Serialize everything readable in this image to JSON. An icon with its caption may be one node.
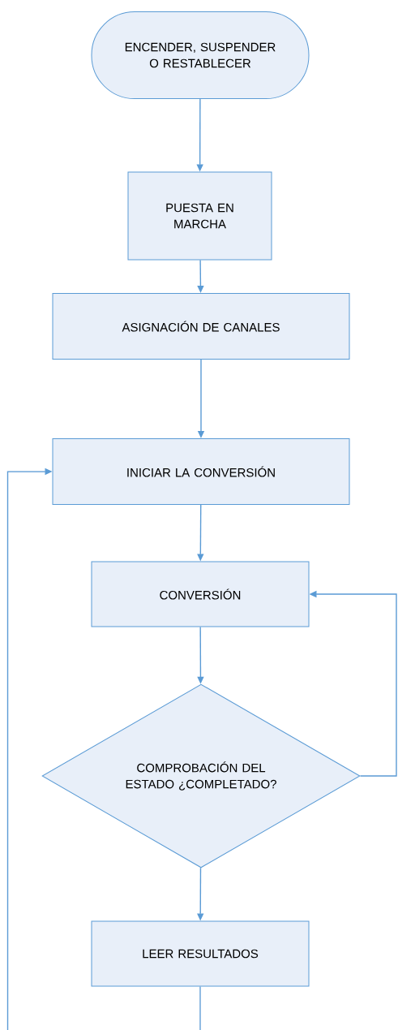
{
  "diagram": {
    "nodes": [
      {
        "text": [
          "ENCENDER, SUSPENDER O RESTABLECER"
        ]
      },
      {
        "text": [
          "PUESTA EN MARCHA"
        ]
      },
      {
        "text": [
          "ASIGNACIÓN DE CANALES"
        ]
      },
      {
        "text": [
          "INICIAR LA CONVERSIÓN"
        ]
      },
      {
        "text": [
          "CONVERSIÓN"
        ]
      },
      {
        "text": [
          "COMPROBACIÓN DEL ESTADO ¿COMPLETADO?"
        ]
      },
      {
        "text": [
          "LEER RESULTADOS"
        ]
      }
    ],
    "edges": [
      {
        "from": 0,
        "to": 1,
        "arrow": "to"
      },
      {
        "from": 1,
        "to": 2,
        "arrow": "to"
      },
      {
        "from": 2,
        "to": 3,
        "arrow": "to"
      },
      {
        "from": 3,
        "to": 4,
        "arrow": "to"
      },
      {
        "from": 4,
        "to": 5,
        "arrow": "to"
      },
      {
        "from": 5,
        "to": 6,
        "arrow": "to"
      },
      {
        "from": 5,
        "to": 4,
        "arrow": "to"
      },
      {
        "from": 6,
        "to": 3,
        "arrow": "to"
      }
    ]
  }
}
